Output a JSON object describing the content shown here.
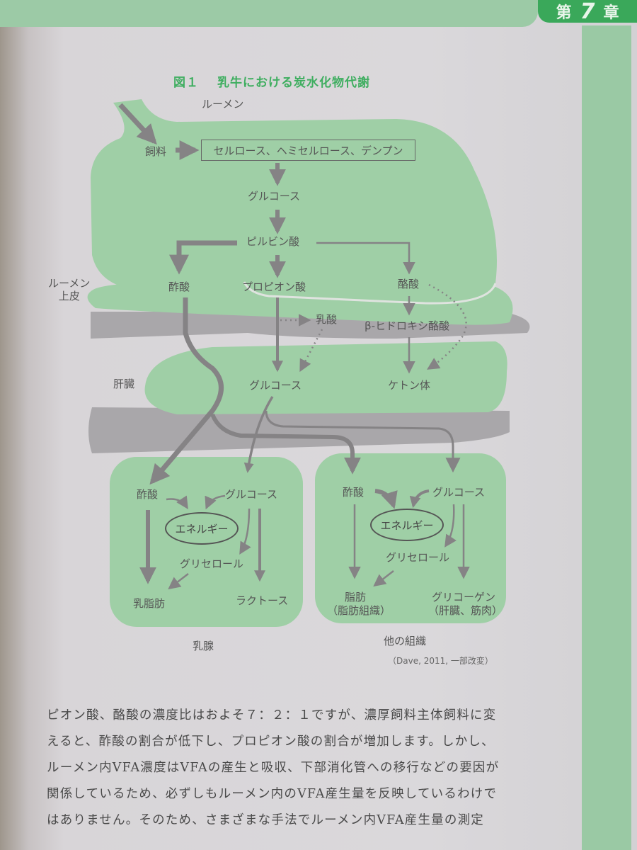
{
  "header": {
    "chapter_tab": {
      "prefix": "第",
      "number": "7",
      "suffix": "章"
    }
  },
  "figure": {
    "number": "図１",
    "title": "乳牛における炭水化物代謝",
    "regions": {
      "rumen": "ルーメン",
      "rumen_epithelium_line1": "ルーメン",
      "rumen_epithelium_line2": "上皮",
      "liver": "肝臓",
      "mammary_gland": "乳腺",
      "other_tissues": "他の組織"
    },
    "nodes": {
      "feed": "飼料",
      "polysaccharides": "セルロース、ヘミセルロース、デンプン",
      "rumen_glucose": "グルコース",
      "pyruvate": "ピルビン酸",
      "acetate": "酢酸",
      "propionate": "プロピオン酸",
      "butyrate": "酪酸",
      "lactate": "乳酸",
      "bhba": "β-ヒドロキシ酪酸",
      "liver_glucose": "グルコース",
      "ketone_bodies": "ケトン体",
      "mammary": {
        "acetate": "酢酸",
        "glucose": "グルコース",
        "energy": "エネルギー",
        "glycerol": "グリセロール",
        "milk_fat": "乳脂肪",
        "lactose": "ラクトース"
      },
      "other": {
        "acetate": "酢酸",
        "glucose": "グルコース",
        "energy": "エネルギー",
        "glycerol": "グリセロール",
        "fat_line1": "脂肪",
        "fat_line2": "（脂肪組織）",
        "glycogen_line1": "グリコーゲン",
        "glycogen_line2": "（肝臓、筋肉）"
      }
    },
    "source": "（Dave, 2011, 一部改変）",
    "colors": {
      "tissue_green": "#9fcfa6",
      "blood_gray": "#a9a7aa",
      "arrow_gray": "#858385",
      "title_green": "#3fae60",
      "chapter_green": "#3aa85a"
    }
  },
  "body_text": {
    "lines": [
      "ピオン酸、酪酸の濃度比はおよそ７：２：１ですが、濃厚飼料主体飼料に変",
      "えると、酢酸の割合が低下し、プロピオン酸の割合が増加します。しかし、",
      "ルーメン内VFA濃度はVFAの産生と吸収、下部消化管への移行などの要因が",
      "関係しているため、必ずしもルーメン内のVFA産生量を反映しているわけで",
      "はありません。そのため、さまざまな手法でルーメン内VFA産生量の測定"
    ]
  }
}
